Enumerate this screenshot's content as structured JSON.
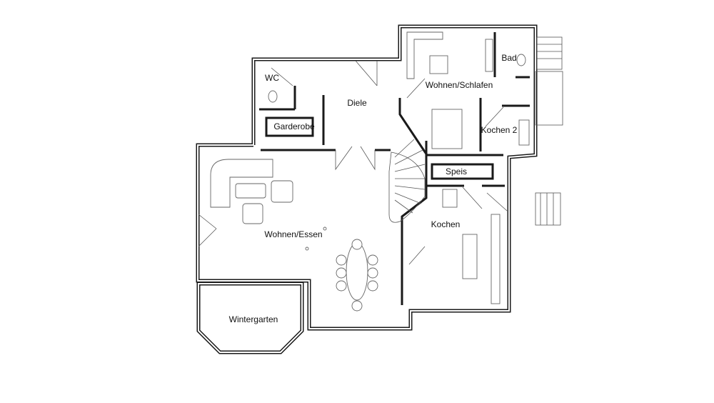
{
  "plan": {
    "rooms": [
      {
        "id": "wc",
        "label": "WC"
      },
      {
        "id": "diele",
        "label": "Diele"
      },
      {
        "id": "garderobe",
        "label": "Garderobe"
      },
      {
        "id": "wohnen-schlafen",
        "label": "Wohnen/Schlafen"
      },
      {
        "id": "bad",
        "label": "Bad"
      },
      {
        "id": "kochen-2",
        "label": "Kochen 2"
      },
      {
        "id": "speis",
        "label": "Speis"
      },
      {
        "id": "kochen",
        "label": "Kochen"
      },
      {
        "id": "wohnen-essen",
        "label": "Wohnen/Essen"
      },
      {
        "id": "wintergarten",
        "label": "Wintergarten"
      }
    ],
    "colors": {
      "wall": "#1a1a1a",
      "furniture": "#666666",
      "background": "#ffffff"
    }
  }
}
